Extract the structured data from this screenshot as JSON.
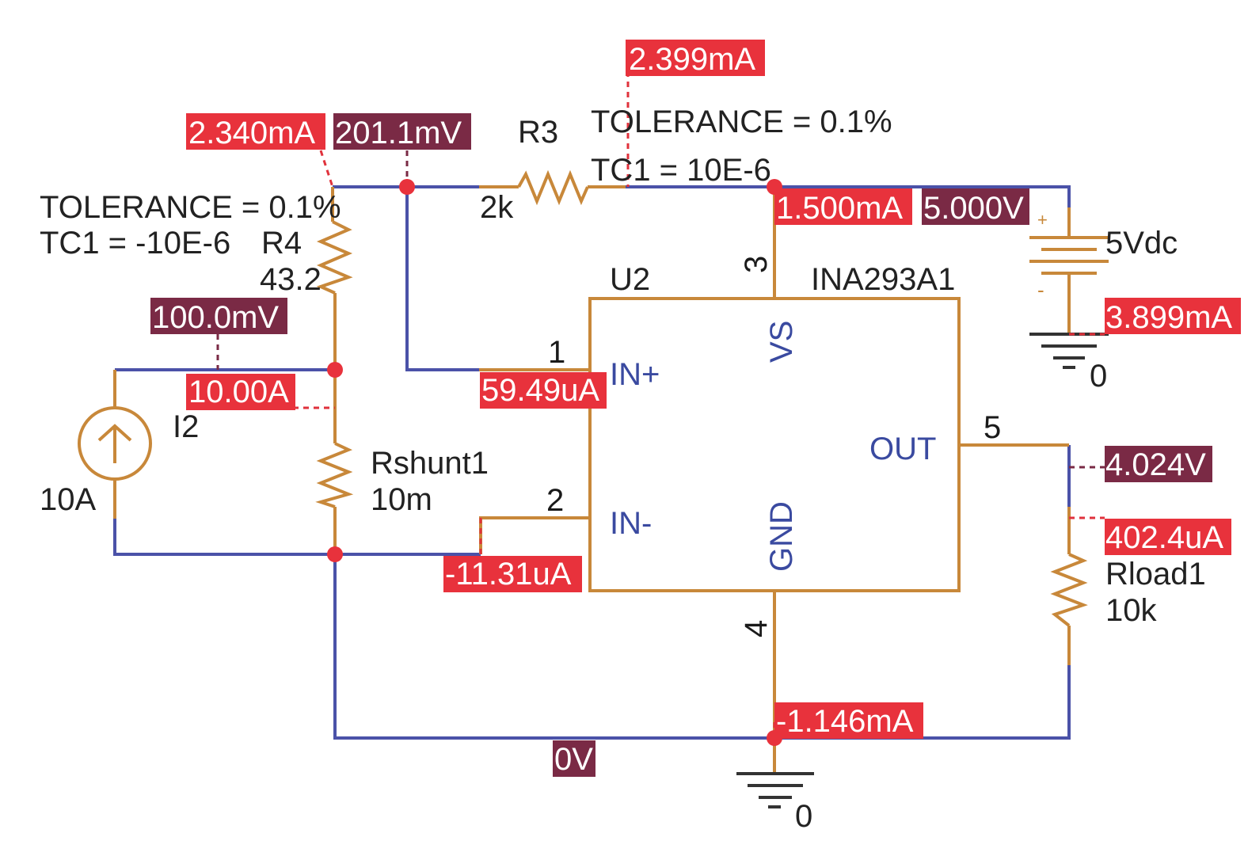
{
  "colors": {
    "wire": "#4b52a8",
    "component": "#c8883a",
    "current_probe": "#e8323c",
    "voltage_probe": "#7a2a45",
    "junction": "#e8323c"
  },
  "parts": {
    "r3": {
      "name": "R3",
      "value": "2k",
      "tolerance": "TOLERANCE = 0.1%",
      "tc1": "TC1 = 10E-6"
    },
    "r4": {
      "name": "R4",
      "value": "43.2",
      "tolerance": "TOLERANCE = 0.1%",
      "tc1": "TC1 = -10E-6"
    },
    "rshunt": {
      "name": "Rshunt1",
      "value": "10m"
    },
    "rload": {
      "name": "Rload1",
      "value": "10k"
    },
    "i2": {
      "name": "I2",
      "value": "10A"
    },
    "vsrc": {
      "value": "5Vdc",
      "plus": "+",
      "minus": "-"
    },
    "u2": {
      "name": "U2",
      "model": "INA293A1",
      "pins": {
        "in_plus": "IN+",
        "in_minus": "IN-",
        "vs": "VS",
        "gnd": "GND",
        "out": "OUT"
      },
      "pin_numbers": {
        "in_plus": "1",
        "in_minus": "2",
        "vs": "3",
        "gnd": "4",
        "out": "5"
      }
    },
    "ground_top": {
      "label": "0"
    },
    "ground_bottom": {
      "label": "0"
    }
  },
  "probes": {
    "current": {
      "r3_top": "2.399mA",
      "r4_top": "2.340mA",
      "vs_node": "1.500mA",
      "vsrc_neg": "3.899mA",
      "i2_out": "10.00A",
      "in_plus": "59.49uA",
      "in_minus": "-11.31uA",
      "rload": "402.4uA",
      "gnd_pin": "-1.146mA"
    },
    "voltage": {
      "in_plus_node": "201.1mV",
      "vs_node": "5.000V",
      "shunt_top": "100.0mV",
      "out_node": "4.024V",
      "ground_node": "0V"
    }
  }
}
